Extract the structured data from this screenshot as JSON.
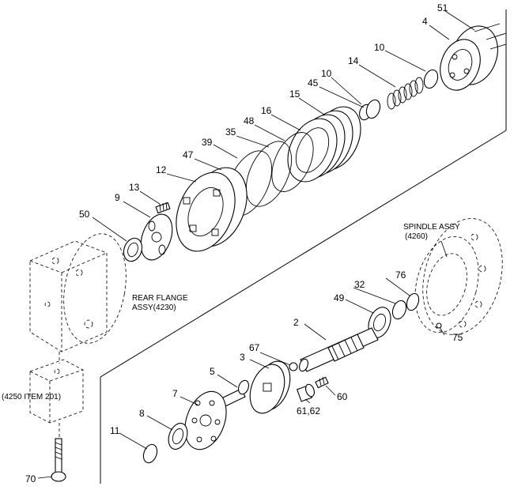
{
  "labels": {
    "p51": "51",
    "p4": "4",
    "p10a": "10",
    "p14": "14",
    "p10b": "10",
    "p45": "45",
    "p15": "15",
    "p16": "16",
    "p48": "48",
    "p35": "35",
    "p39": "39",
    "p47": "47",
    "p12": "12",
    "p13": "13",
    "p9": "9",
    "p50": "50",
    "p2": "2",
    "p49": "49",
    "p32": "32",
    "p76": "76",
    "p75": "75",
    "p67": "67",
    "p3": "3",
    "p5": "5",
    "p7": "7",
    "p8": "8",
    "p11": "11",
    "p60": "60",
    "p6162": "61,62",
    "p70": "70"
  },
  "assemblies": {
    "spindle_line1": "SPINDLE ASSY",
    "spindle_line2": "(4260)",
    "rear_line1": "REAR FLANGE",
    "rear_line2": "ASSY(4230)",
    "item201": "(4250 ITEM 201)"
  }
}
